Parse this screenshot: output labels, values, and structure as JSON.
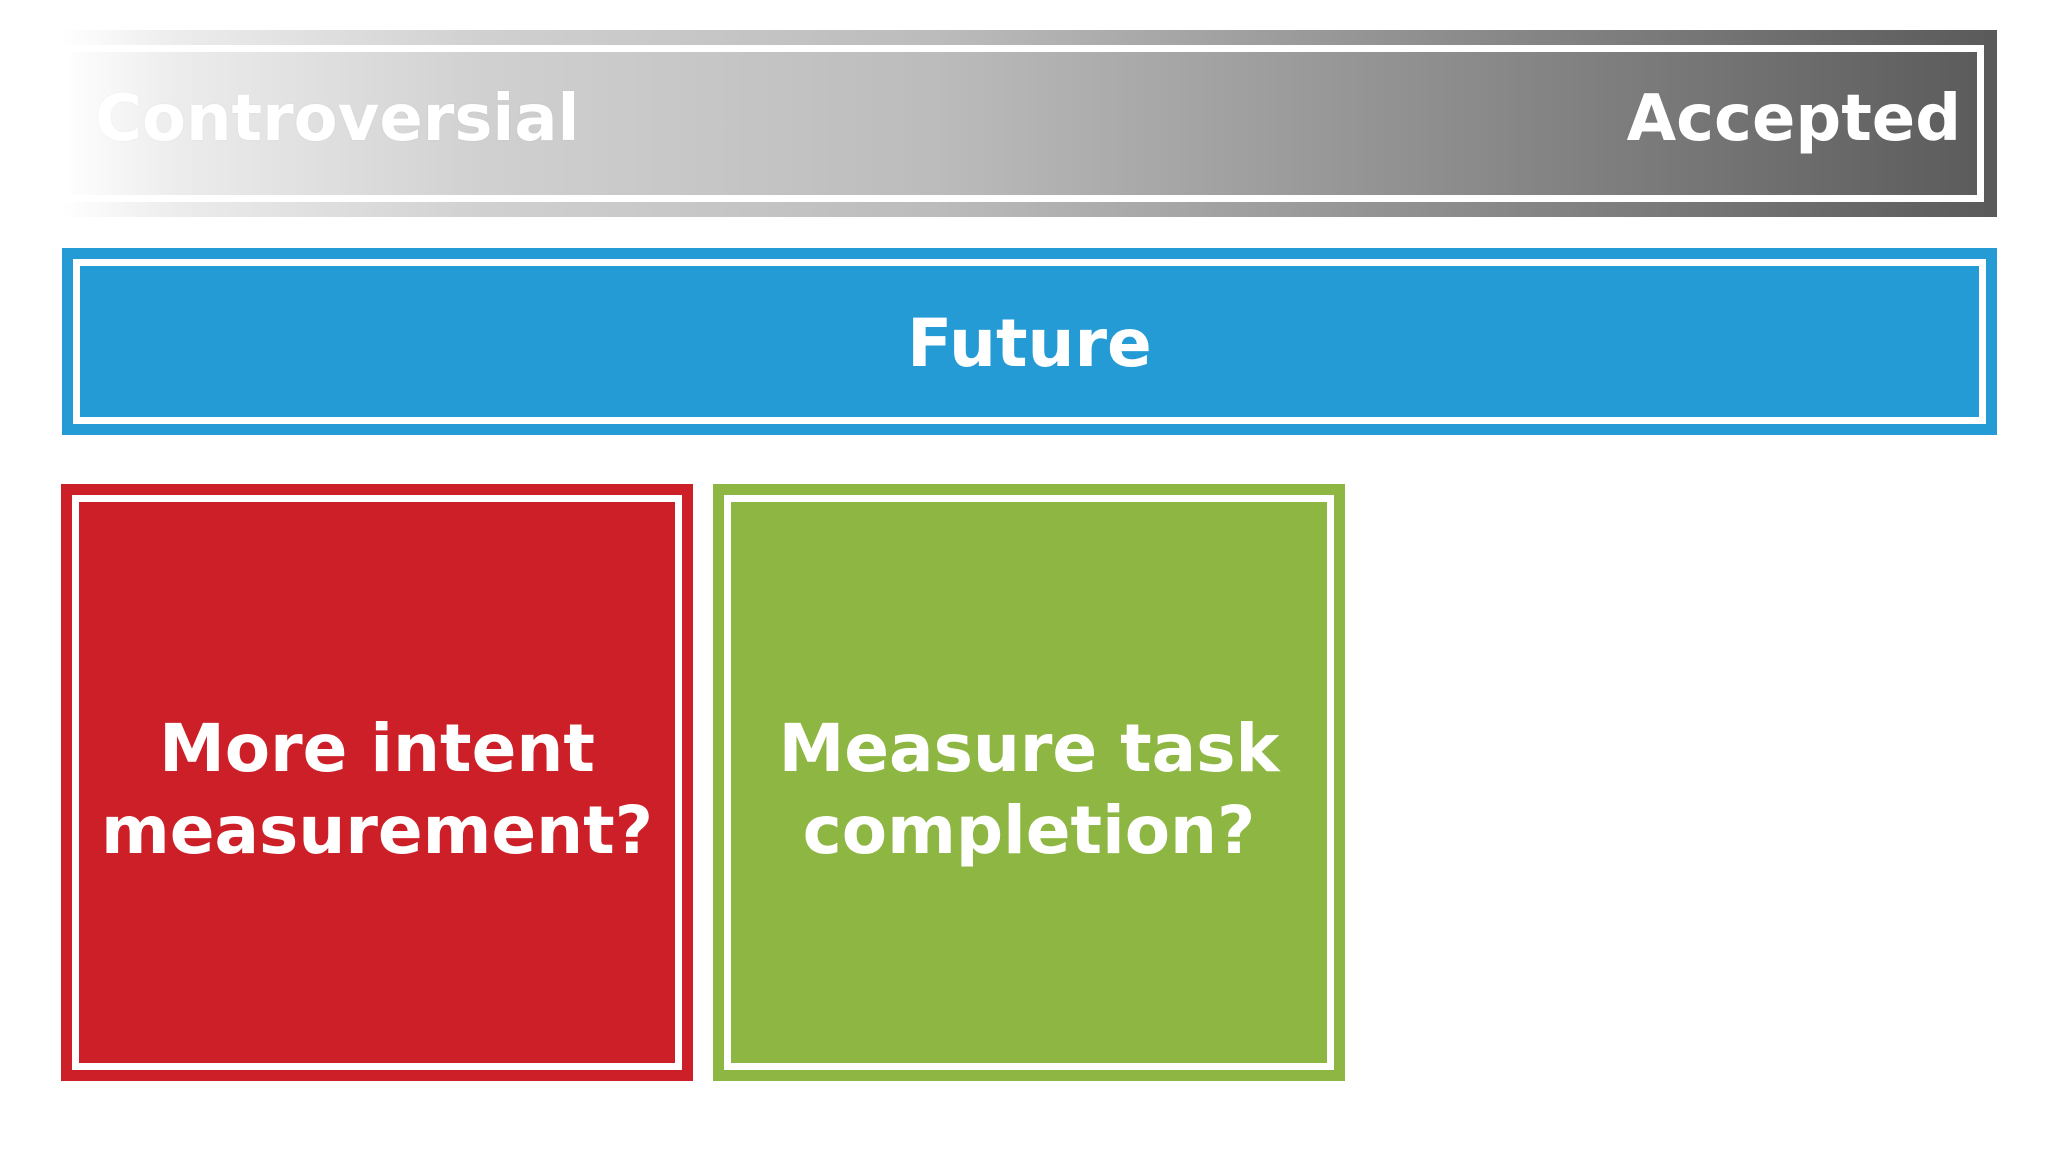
{
  "spectrum": {
    "left_label": "Controversial",
    "right_label": "Accepted"
  },
  "future": {
    "label": "Future"
  },
  "cards": [
    {
      "lines": [
        "More intent",
        "measurement?"
      ],
      "color": "#cd1f28"
    },
    {
      "lines": [
        "Measure task",
        "completion?"
      ],
      "color": "#8eb642"
    }
  ],
  "colors": {
    "future_bar": "#259bd6",
    "spectrum_dark_end": "#5a5a5a",
    "background": "#ffffff"
  }
}
